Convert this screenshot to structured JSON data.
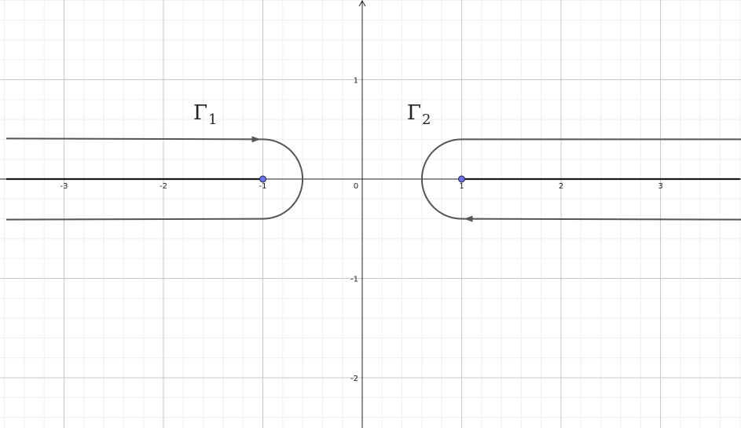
{
  "graph": {
    "x_range": [
      -3.6,
      3.8
    ],
    "y_range": [
      -2.5,
      1.8
    ],
    "major_step": 1,
    "minor_step": 0.2,
    "x_tick_labels": [
      "-3",
      "-2",
      "-1",
      "0",
      "1",
      "2",
      "3"
    ],
    "x_tick_values": [
      -3,
      -2,
      -1,
      0,
      1,
      2,
      3
    ],
    "y_tick_labels": [
      "1",
      "-1",
      "-2"
    ],
    "y_tick_values": [
      1,
      -1,
      -2
    ],
    "colors": {
      "minor_grid": "#eeeeee",
      "major_grid": "#c8c8c8",
      "axis": "#222222",
      "contour": "#555555",
      "branch_cut": "#1a1a1a",
      "point_fill": "#6a72ee",
      "point_stroke": "#222244"
    }
  },
  "points": [
    {
      "x": -1,
      "y": 0
    },
    {
      "x": 1,
      "y": 0
    }
  ],
  "branch_cuts": [
    {
      "from": -3.6,
      "to": -1
    },
    {
      "from": 1,
      "to": 3.8
    }
  ],
  "contours": [
    {
      "label_main": "Γ",
      "label_sub": "1",
      "center": -1,
      "radius": 0.4,
      "label_x": -1.7,
      "label_y": 0.6,
      "side": "left"
    },
    {
      "label_main": "Γ",
      "label_sub": "2",
      "center": 1,
      "radius": 0.4,
      "label_x": 0.45,
      "label_y": 0.6,
      "side": "right"
    }
  ]
}
